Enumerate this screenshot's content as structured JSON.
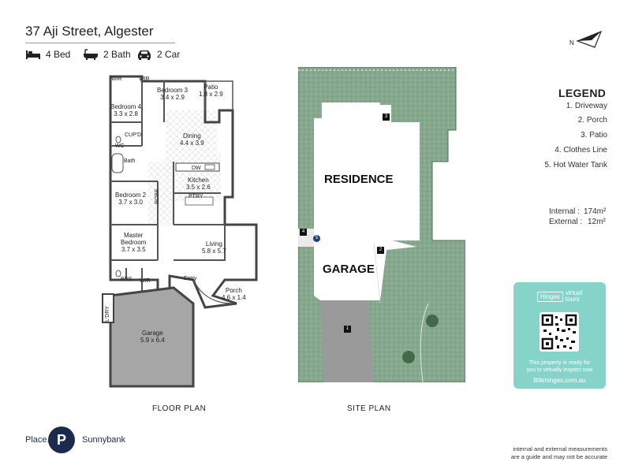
{
  "header": {
    "address": "37 Aji Street, Algester",
    "features": [
      {
        "icon": "bed-icon",
        "label": "4 Bed"
      },
      {
        "icon": "bath-icon",
        "label": "2 Bath"
      },
      {
        "icon": "car-icon",
        "label": "2 Car"
      }
    ]
  },
  "compass": {
    "label": "N"
  },
  "legend": {
    "title": "LEGEND",
    "items": [
      "1. Driveway",
      "2. Porch",
      "3. Patio",
      "4. Clothes Line",
      "5. Hot Water Tank"
    ]
  },
  "measurements": {
    "internal_label": "Internal :",
    "internal_value": "174m²",
    "external_label": "External :",
    "external_value": "12m²"
  },
  "floor_plan": {
    "heading": "FLOOR PLAN",
    "rooms": {
      "bedroom3": {
        "name": "Bedroom 3",
        "size": "3.4 x 2.9"
      },
      "patio": {
        "name": "Patio",
        "size": "1.8 x 2.9"
      },
      "bedroom4": {
        "name": "Bedroom 4",
        "size": "3.3 x 2.8"
      },
      "dining": {
        "name": "Dining",
        "size": "4.4 x 3.9"
      },
      "kitchen": {
        "name": "Kitchen",
        "size": "3.5 x 2.6"
      },
      "bedroom2": {
        "name": "Bedroom 2",
        "size": "3.7 x 3.0"
      },
      "master": {
        "name": "Master",
        "name2": "Bedroom",
        "size": "3.7 x 3.5"
      },
      "living": {
        "name": "Living",
        "size": "5.8 x 5.7"
      },
      "porch": {
        "name": "Porch",
        "size": "4.6 x 1.4"
      },
      "garage": {
        "name": "Garage",
        "size": "5.9 x 6.4"
      }
    },
    "small_labels": {
      "wir1": "WIR",
      "wir2": "WIR",
      "cupd": "CUP'D",
      "wc": "WC",
      "bath": "Bath",
      "robe": "ROBE",
      "ptry": "PTRY",
      "ens": "ENS",
      "wir3": "WIR",
      "entry": "Entry",
      "ldry": "L'DRY",
      "dw": "DW"
    }
  },
  "site_plan": {
    "heading": "SITE PLAN",
    "residence_label": "RESIDENCE",
    "garage_label": "GARAGE",
    "markers": [
      "1",
      "2",
      "3",
      "4",
      "5"
    ]
  },
  "virtual_tour": {
    "brand": "Hinges",
    "brand_line1": "virtual",
    "brand_line2": "tours",
    "message_line1": "This property is ready for",
    "message_line2": "you to virtually inspect now",
    "url": "littlehinges.com.au"
  },
  "agency": {
    "name": "Place.",
    "logo_letter": "P",
    "office": "Sunnybank"
  },
  "disclaimer": {
    "line1": "internal and external measurements",
    "line2": "are a guide and may not be accurate"
  },
  "colors": {
    "lawn": "#86a98e",
    "driveway": "#9a9a9a",
    "garage_floor": "#a6a6a6",
    "brand_navy": "#1b2b4e",
    "virtual_tour_teal": "#86d3c9"
  }
}
